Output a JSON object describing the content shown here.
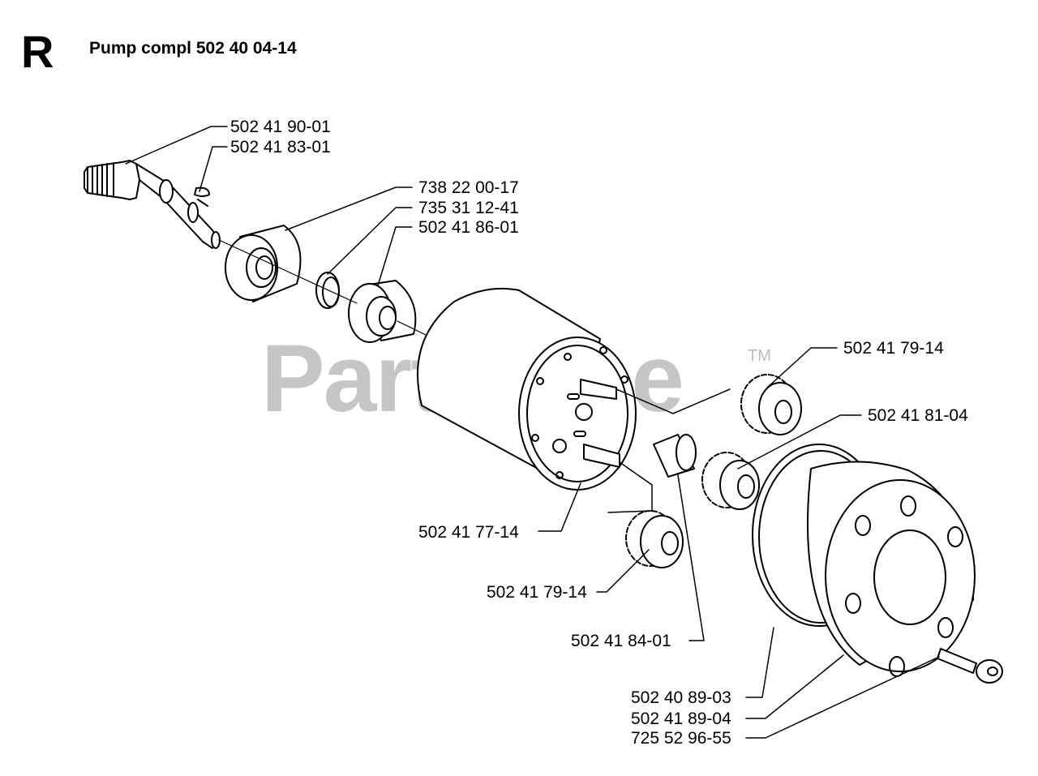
{
  "header": {
    "section": "R",
    "title": "Pump compl 502 40 04-14"
  },
  "watermark": {
    "text": "PartsTree",
    "tm": "TM"
  },
  "parts": [
    {
      "id": "p1",
      "label": "502 41 90-01"
    },
    {
      "id": "p2",
      "label": "502 41 83-01"
    },
    {
      "id": "p3",
      "label": "738 22 00-17"
    },
    {
      "id": "p4",
      "label": "735 31 12-41"
    },
    {
      "id": "p5",
      "label": "502 41 86-01"
    },
    {
      "id": "p6",
      "label": "502 41 79-14"
    },
    {
      "id": "p7",
      "label": "502 41 81-04"
    },
    {
      "id": "p8",
      "label": "502 41 77-14"
    },
    {
      "id": "p9",
      "label": "502 41 79-14"
    },
    {
      "id": "p10",
      "label": "502 41 84-01"
    },
    {
      "id": "p11",
      "label": "502 40 89-03"
    },
    {
      "id": "p12",
      "label": "502 41 89-04"
    },
    {
      "id": "p13",
      "label": "725 52 96-55"
    }
  ]
}
